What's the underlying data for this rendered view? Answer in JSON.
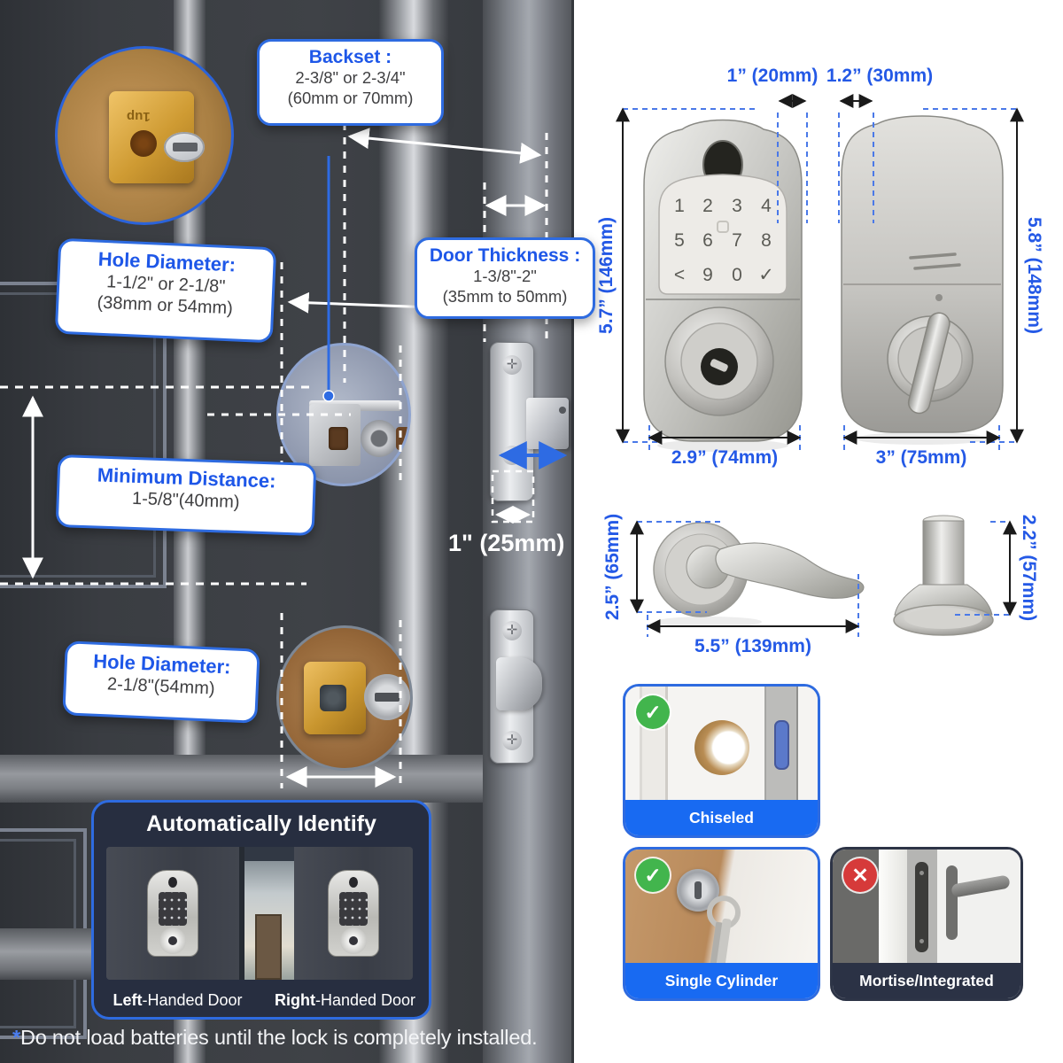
{
  "page": {
    "footnote_mark": "*",
    "footnote": "Do not load batteries until the lock is completely installed."
  },
  "callouts": {
    "backset": {
      "title": "Backset :",
      "line1": "2-3/8\" or 2-3/4\"",
      "line2": "(60mm or 70mm)"
    },
    "hole_top": {
      "title": "Hole Diameter:",
      "line1": "1-1/2\" or 2-1/8\"",
      "line2": "(38mm or 54mm)"
    },
    "door_thickness": {
      "title": "Door Thickness :",
      "line1": "1-3/8\"-2\"",
      "line2": "(35mm to 50mm)"
    },
    "min_distance": {
      "title": "Minimum Distance:",
      "line1": "1-5/8\"(40mm)"
    },
    "hole_bottom": {
      "title": "Hole Diameter:",
      "line1": "2-1/8\"(54mm)"
    },
    "latch_width": "1\" (25mm)",
    "latch_stamp": "1up"
  },
  "dims": {
    "front_top": "1” (20mm)",
    "back_top": "1.2” (30mm)",
    "front_height": "5.7” (146mm)",
    "back_height": "5.8” (148mm)",
    "front_width": "2.9” (74mm)",
    "back_width": "3” (75mm)",
    "lever_height": "2.5” (65mm)",
    "lever_length": "5.5” (139mm)",
    "knob_height": "2.2” (57mm)"
  },
  "keypad": {
    "row1": [
      "1",
      "2",
      "3",
      "4"
    ],
    "row2": [
      "5",
      "6",
      "7",
      "8"
    ],
    "row3": [
      "<",
      "9",
      "0",
      "✓"
    ]
  },
  "auto_identify": {
    "title": "Automatically Identify",
    "left_bold": "Left",
    "left_rest": "-Handed Door",
    "right_bold": "Right",
    "right_rest": "-Handed Door"
  },
  "cards": {
    "chiseled": {
      "label": "Chiseled",
      "icon": "✓"
    },
    "single_cylinder": {
      "label": "Single Cylinder",
      "icon": "✓"
    },
    "mortise": {
      "label": "Mortise/Integrated",
      "icon": "✕"
    }
  },
  "colors": {
    "accent_blue": "#1e57e8",
    "border_blue": "#2e6be0",
    "footer_blue": "#186af2",
    "panel_navy": "#272e40",
    "ok_green": "#42b54d",
    "no_red": "#d63a3a"
  }
}
